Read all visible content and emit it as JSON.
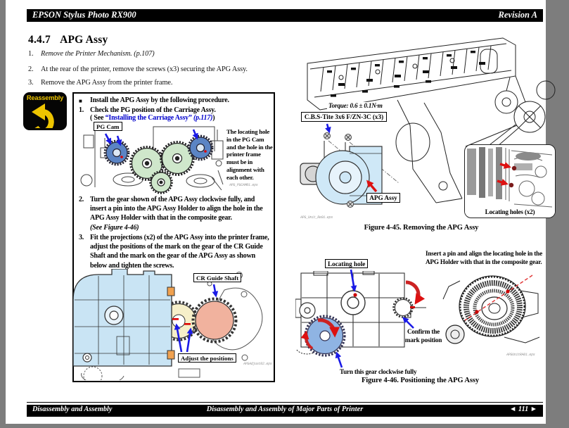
{
  "header": {
    "product": "EPSON Stylus Photo RX900",
    "revision": "Revision A"
  },
  "footer": {
    "left": "Disassembly and Assembly",
    "center": "Disassembly and Assembly of Major Parts of Printer",
    "prev": "◄",
    "page": "111",
    "next": "►"
  },
  "section": {
    "heading_number": "4.4.7",
    "heading_title": "APG Assy",
    "items": [
      {
        "num": "1.",
        "text": "Remove the Printer Mechanism. (p.107)"
      },
      {
        "num": "2.",
        "text": "At the rear of the printer, remove the screws (x3) securing the APG Assy."
      },
      {
        "num": "3.",
        "text": "Remove the APG Assy from the printer frame."
      }
    ]
  },
  "reassembly_label": "Reassembly",
  "install_box": {
    "bullet": "■",
    "intro": "Install the APG Assy by the following procedure.",
    "step1_num": "1.",
    "step1_title": "Check the PG position of the Carriage Assy.",
    "see_prefix": "( See ",
    "see_link": "“Installing the Carriage Assy”",
    "see_page": " (p.117)",
    "see_suffix": ")",
    "pg_cam_label": "PG Cam",
    "note_lines": [
      "The locating hole",
      "in the PG Cam",
      "and the hole in the",
      "printer frame",
      "must be in",
      "alignment with",
      "each other."
    ],
    "eps1": "APG_PGCAM01.eps",
    "step2_num": "2.",
    "step2_lines": [
      "Turn the gear shown of the APG Assy clockwise fully, and",
      "insert a pin into the APG Assy Holder to align the hole in the",
      "APG Assy Holder with that in the composite gear."
    ],
    "step2_ref": "(See Figure 4-46)",
    "step3_num": "3.",
    "step3_lines": [
      "Fit the projections (x2) of the APG Assy into the printer frame,",
      "adjust the positions of the mark on the gear of the CR Guide",
      "Shaft and the mark on the gear of the APG Assy as shown",
      "below and tighten the screws."
    ],
    "cr_guide_label": "CR Guide Shaft",
    "adjust_label": "Adjust the positions",
    "eps2": "APGAdjust02.eps"
  },
  "figure45": {
    "torque": "Torque: 0.6 ± 0.1N·m",
    "screw_label": "C.B.S-Tite 3x6 F/ZN-3C (x3)",
    "apg_label": "APG Assy",
    "locating_label": "Locating holes (x2)",
    "eps": "APG_Unit_Re01.eps",
    "caption": "Figure 4-45.  Removing the APG Assy"
  },
  "figure46": {
    "insert_lines": [
      "Insert a pin and align the locating hole in the",
      "APG Holder with that in the composite gear."
    ],
    "locating_label": "Locating hole",
    "confirm_lines": [
      "Confirm the",
      "mark position"
    ],
    "turn_label": "Turn this gear clockwise fully",
    "eps": "APGUnitRA01.eps",
    "caption": "Figure 4-46.  Positioning the APG Assy"
  },
  "colors": {
    "link_blue": "#0000cd",
    "arrow_blue": "#1a1ae6",
    "arrow_red": "#dd1111",
    "badge_yellow": "#edc400",
    "gear_blue": "#5b84c4",
    "gear_green": "#cfe7cb",
    "gear_salmon": "#f1b29e",
    "gear_cream": "#f6efc9",
    "plate_blue": "#c9e4f4"
  }
}
